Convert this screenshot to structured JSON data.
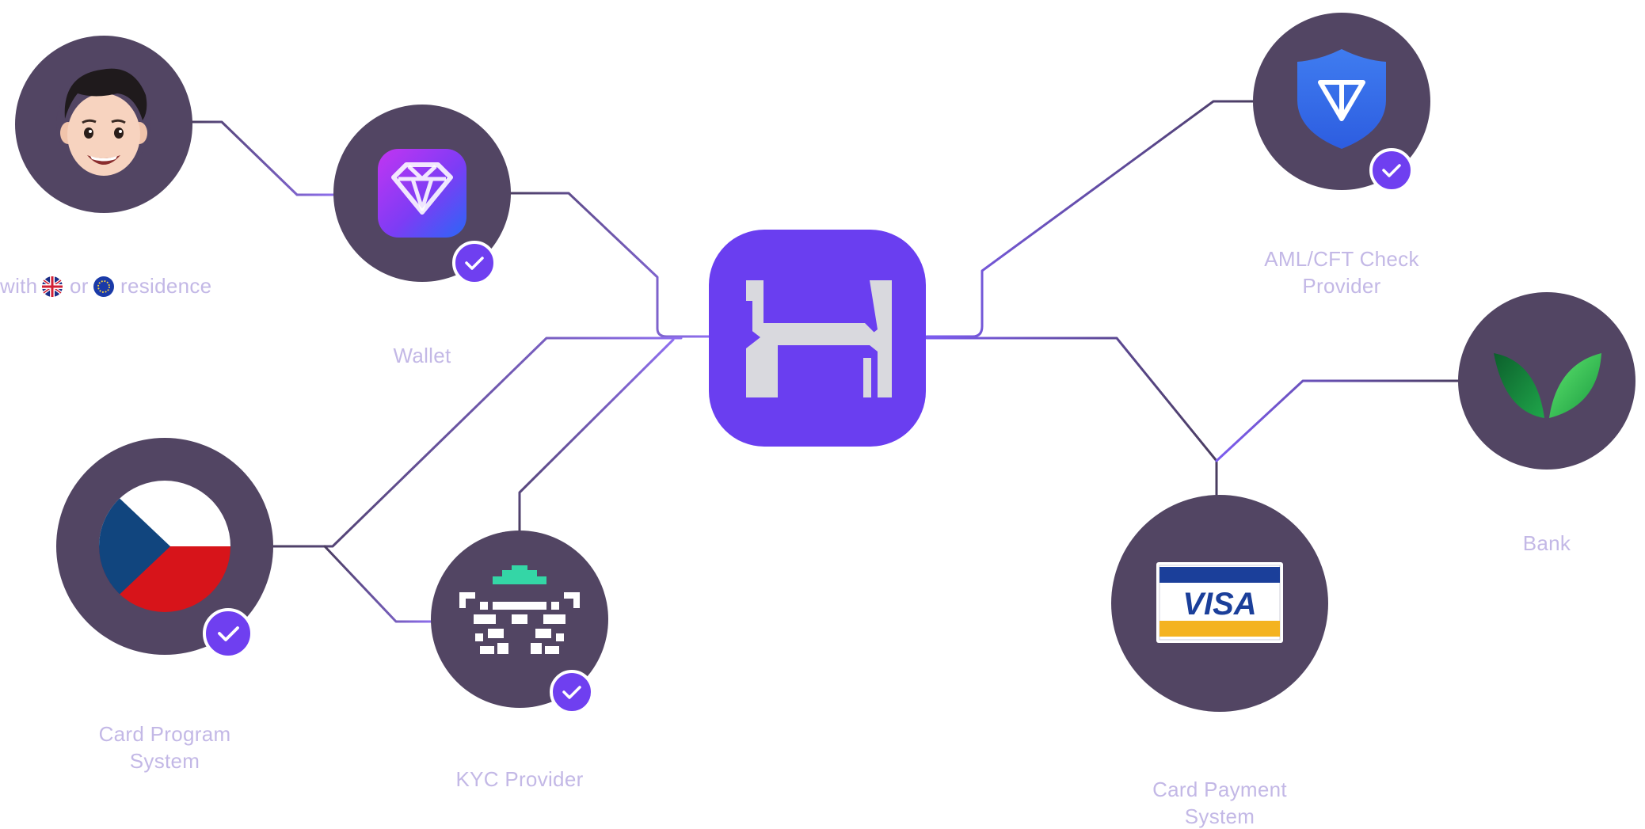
{
  "nodes": {
    "user": {
      "label_parts": [
        "with",
        "or",
        "residence"
      ],
      "flags": [
        "uk-flag",
        "eu-flag"
      ]
    },
    "wallet": {
      "label": "Wallet",
      "verified": true
    },
    "hub": {
      "label": ""
    },
    "aml": {
      "label_lines": [
        "AML/CFT Check",
        "Provider"
      ],
      "verified": true
    },
    "bank": {
      "label": "Bank"
    },
    "card_program": {
      "label_lines": [
        "Card Program",
        "System"
      ],
      "verified": true
    },
    "kyc": {
      "label": "KYC Provider",
      "verified": true
    },
    "card_payment": {
      "label_lines": [
        "Card Payment",
        "System"
      ]
    }
  },
  "brand": {
    "visa_text": "VISA"
  },
  "colors": {
    "node_fill": "#524563",
    "hub_fill": "#6a3ef0",
    "check_fill": "#6f3ff0",
    "label": "#c3b8e6",
    "line_light": "#a98cf2",
    "line_dark": "#4a3d60"
  }
}
